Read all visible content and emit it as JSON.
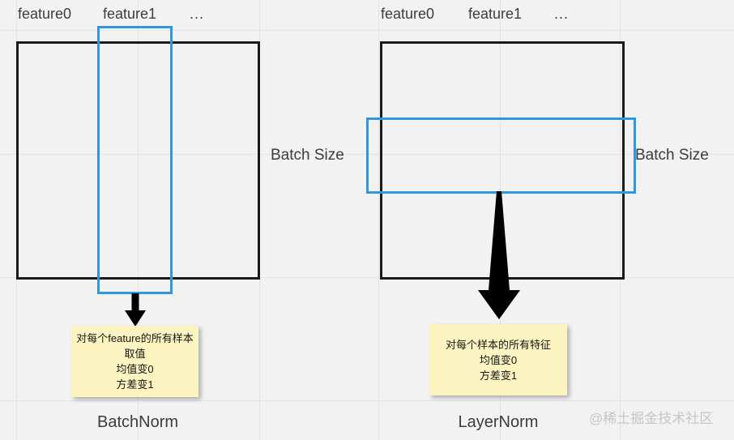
{
  "diagram": {
    "title_hidden": "",
    "colors": {
      "background": "#f2f2f2",
      "grid": "#e3e3e3",
      "matrix_border": "#1a1a1a",
      "highlight": "#2f97e0",
      "note_fill": "#fbf4c0",
      "text": "#3c3c3c",
      "watermark": "#c3c6ca"
    },
    "panels": [
      {
        "id": "batchnorm",
        "title": "BatchNorm",
        "column_headers": [
          "feature0",
          "feature1",
          "..."
        ],
        "side_label": "Batch Size",
        "note_lines": [
          "对每个feature的所有样本取值",
          "均值变0",
          "方差变1"
        ],
        "highlight_orientation": "vertical-column"
      },
      {
        "id": "layernorm",
        "title": "LayerNorm",
        "column_headers": [
          "feature0",
          "feature1",
          "..."
        ],
        "side_label": "Batch Size",
        "note_lines": [
          "对每个样本的所有特征",
          "均值变0",
          "方差变1"
        ],
        "highlight_orientation": "horizontal-row"
      }
    ],
    "watermark": "@稀土掘金技术社区"
  }
}
